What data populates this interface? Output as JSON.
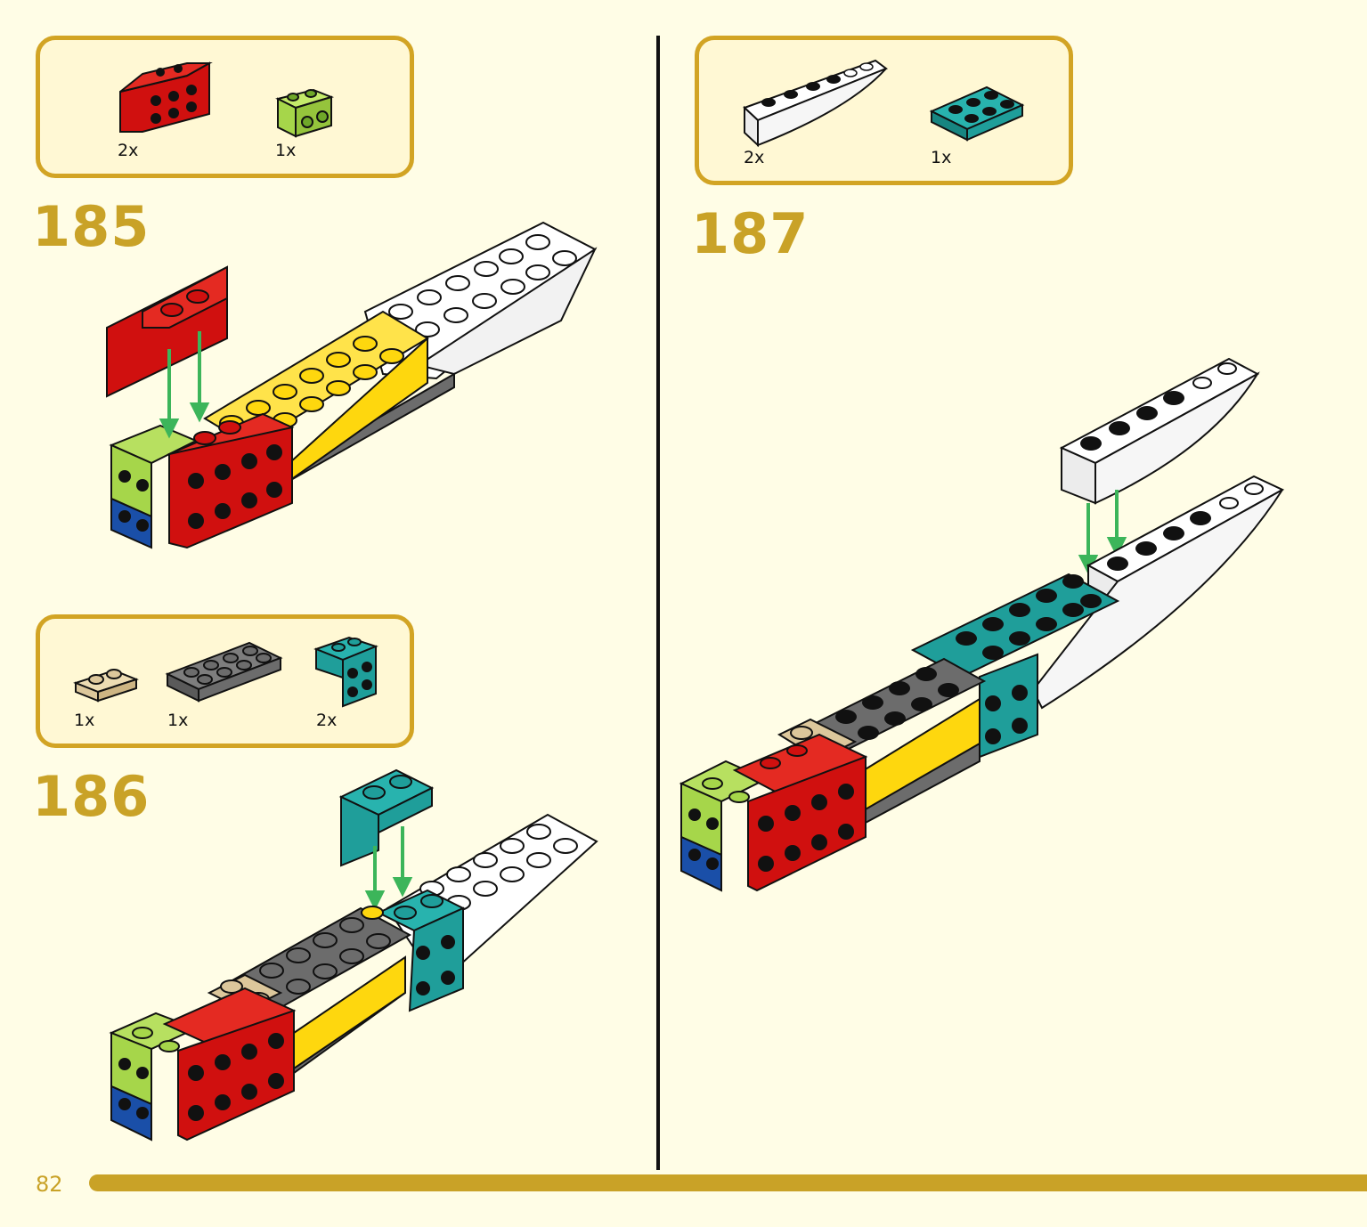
{
  "page": {
    "number": "82"
  },
  "colors": {
    "accent": "#c9a227",
    "page_background": "#fffde6",
    "parts_box_fill": "#fff8d4",
    "red": "#d0100f",
    "lime": "#a6d64a",
    "teal": "#1f9e9a",
    "yellow": "#fed70e",
    "white": "#ffffff",
    "dark_gray": "#6c6c6c",
    "tan": "#dcc79b",
    "blue": "#1a4fa8",
    "arrow_green": "#3cb55a"
  },
  "steps": [
    {
      "number": "185",
      "parts": [
        {
          "part": "red bracket",
          "qty": "2x"
        },
        {
          "part": "lime brick with side studs",
          "qty": "1x"
        }
      ]
    },
    {
      "number": "186",
      "parts": [
        {
          "part": "tan plate",
          "qty": "1x"
        },
        {
          "part": "dark gray plate",
          "qty": "1x"
        },
        {
          "part": "teal bracket",
          "qty": "2x"
        }
      ]
    },
    {
      "number": "187",
      "parts": [
        {
          "part": "white slope",
          "qty": "2x"
        },
        {
          "part": "teal plate",
          "qty": "1x"
        }
      ]
    }
  ]
}
